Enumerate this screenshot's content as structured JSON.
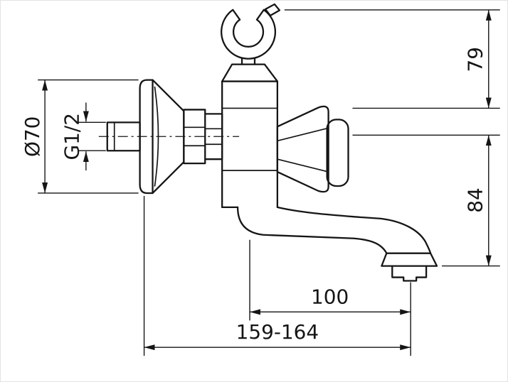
{
  "page": {
    "background": "#ffffff",
    "line_color": "#151515"
  },
  "diagram": {
    "labels": {
      "flange_diameter": "Ø70",
      "thread_size": "G1/2",
      "upper_height": "79",
      "lower_height": "84",
      "spout_reach": "100",
      "overall_reach": "159-164"
    }
  }
}
